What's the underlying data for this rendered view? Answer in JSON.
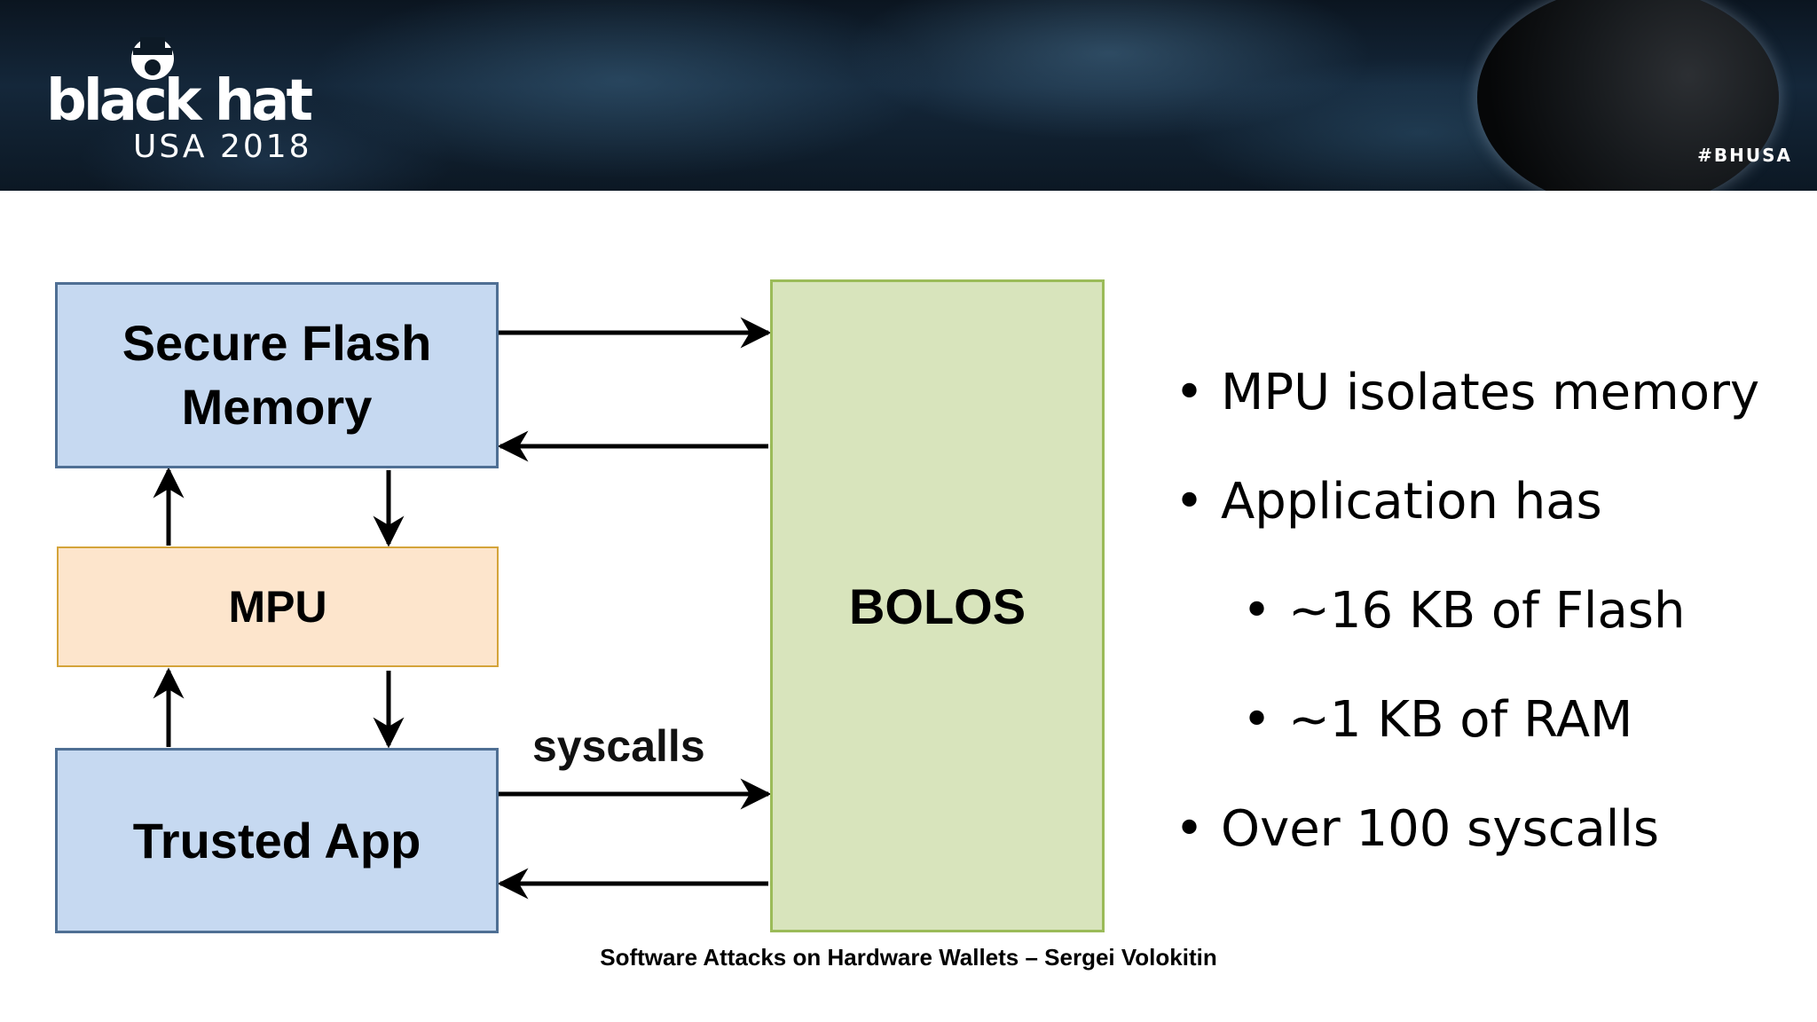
{
  "header": {
    "logo_main": "black hat",
    "logo_sub": "USA 2018",
    "hashtag": "#BHUSA"
  },
  "diagram": {
    "secure_flash": "Secure Flash Memory",
    "mpu": "MPU",
    "trusted_app": "Trusted App",
    "bolos": "BOLOS",
    "syscalls_label": "syscalls"
  },
  "bullets": [
    {
      "text": "MPU isolates memory",
      "level": 1
    },
    {
      "text": "Application has",
      "level": 1
    },
    {
      "text": "~16 KB of Flash",
      "level": 2
    },
    {
      "text": "~1 KB of RAM",
      "level": 2
    },
    {
      "text": "Over 100 syscalls",
      "level": 1
    }
  ],
  "footer": "Software Attacks on Hardware Wallets – Sergei Volokitin",
  "colors": {
    "box_blue": "#c6d9f1",
    "box_orange": "#fde5cc",
    "box_green": "#d8e4bc"
  }
}
